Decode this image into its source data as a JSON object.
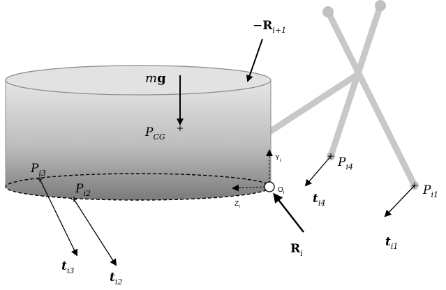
{
  "labels": {
    "R_next": {
      "sign": "−",
      "base": "R",
      "sub": "i+1"
    },
    "mg": {
      "italic": "m",
      "bold": "g"
    },
    "P_CG": {
      "base": "P",
      "sub": "CG"
    },
    "Y_i": {
      "base": "Y",
      "sub": "i"
    },
    "O_i": {
      "base": "O",
      "sub": "i"
    },
    "Z_i": {
      "base": "Z",
      "sub": "i"
    },
    "R_i": {
      "base": "R",
      "sub": "i"
    },
    "P_i1": {
      "base": "P",
      "sub": "i1"
    },
    "P_i2": {
      "base": "P",
      "sub": "i2"
    },
    "P_i3": {
      "base": "P",
      "sub": "i3"
    },
    "P_i4": {
      "base": "P",
      "sub": "i4"
    },
    "t_i1": {
      "base": "t",
      "sub": "i1"
    },
    "t_i2": {
      "base": "t",
      "sub": "i2"
    },
    "t_i3": {
      "base": "t",
      "sub": "i3"
    },
    "t_i4": {
      "base": "t",
      "sub": "i4"
    }
  },
  "colors": {
    "body_top": "#e0e0e0",
    "body_bottom": "#7f7f7f",
    "leg": "#c8c8c8",
    "ink": "#000000"
  }
}
